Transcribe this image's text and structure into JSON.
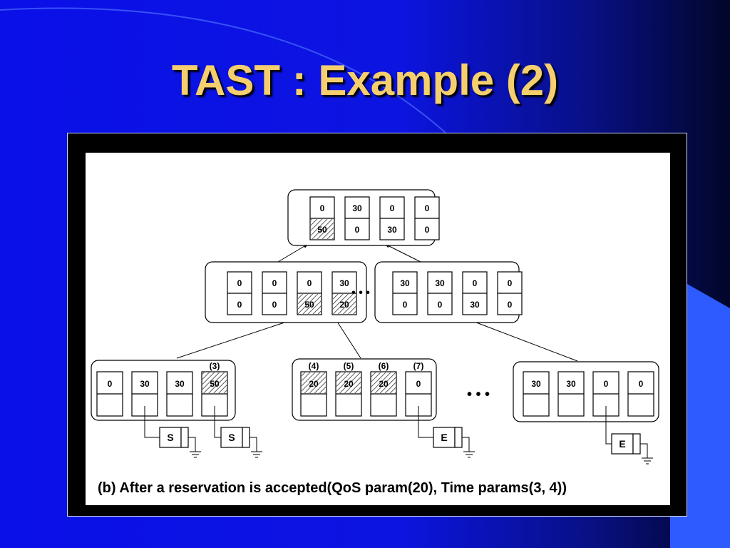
{
  "slide": {
    "title": "TAST : Example (2)"
  },
  "diagram": {
    "caption": "(b) After a  reservation is accepted(QoS param(20), Time params(3, 4))",
    "ellipsis": "• • •",
    "root": {
      "cells": [
        {
          "top": "0",
          "bottom": "50",
          "hatch": true
        },
        {
          "top": "30",
          "bottom": "0",
          "hatch": false
        },
        {
          "top": "0",
          "bottom": "30",
          "hatch": false
        },
        {
          "top": "0",
          "bottom": "0",
          "hatch": false
        }
      ]
    },
    "mid_left": {
      "cells": [
        {
          "top": "0",
          "bottom": "0",
          "hatch": false
        },
        {
          "top": "0",
          "bottom": "0",
          "hatch": false
        },
        {
          "top": "0",
          "bottom": "50",
          "hatch": true
        },
        {
          "top": "30",
          "bottom": "20",
          "hatch": true
        }
      ]
    },
    "mid_right": {
      "cells": [
        {
          "top": "30",
          "bottom": "0",
          "hatch": false
        },
        {
          "top": "30",
          "bottom": "0",
          "hatch": false
        },
        {
          "top": "0",
          "bottom": "30",
          "hatch": false
        },
        {
          "top": "0",
          "bottom": "0",
          "hatch": false
        }
      ]
    },
    "leaf1": {
      "cells": [
        {
          "top": "0",
          "label": "",
          "hatch": false
        },
        {
          "top": "30",
          "label": "",
          "hatch": false
        },
        {
          "top": "30",
          "label": "",
          "hatch": false
        },
        {
          "top": "50",
          "label": "(3)",
          "hatch": true
        }
      ],
      "markers": [
        "S",
        "S"
      ]
    },
    "leaf2": {
      "cells": [
        {
          "top": "20",
          "label": "(4)",
          "hatch": true
        },
        {
          "top": "20",
          "label": "(5)",
          "hatch": true
        },
        {
          "top": "20",
          "label": "(6)",
          "hatch": true
        },
        {
          "top": "0",
          "label": "(7)",
          "hatch": false
        }
      ],
      "markers": [
        "E"
      ]
    },
    "leaf3": {
      "cells": [
        {
          "top": "30",
          "label": "",
          "hatch": false
        },
        {
          "top": "30",
          "label": "",
          "hatch": false
        },
        {
          "top": "0",
          "label": "",
          "hatch": false
        },
        {
          "top": "0",
          "label": "",
          "hatch": false
        }
      ],
      "markers": [
        "E"
      ]
    }
  }
}
